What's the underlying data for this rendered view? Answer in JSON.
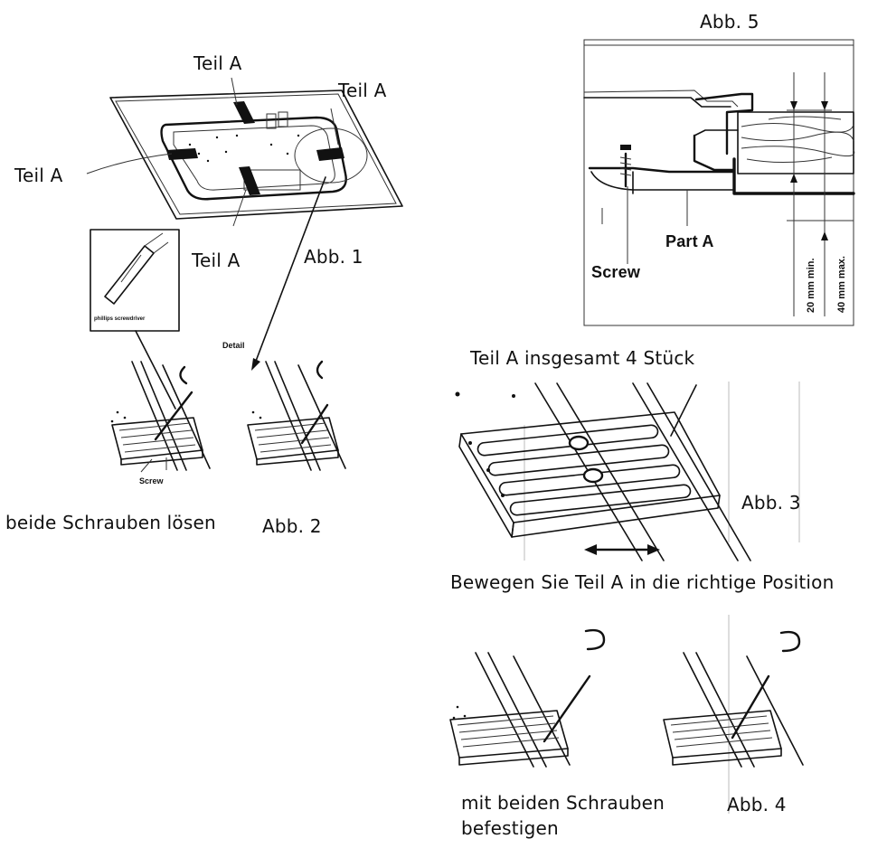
{
  "labels": {
    "teil_a": "Teil A",
    "abb1": "Abb. 1",
    "abb2": "Abb. 2",
    "abb3": "Abb. 3",
    "abb4": "Abb. 4",
    "abb5": "Abb. 5",
    "beide_schrauben": "beide Schrauben lösen",
    "teil_a_insgesamt": "Teil A insgesamt 4 Stück",
    "bewegen": "Bewegen Sie Teil A in die richtige Position",
    "mit_beiden_1": "mit beiden Schrauben",
    "mit_beiden_2": "befestigen",
    "detail": "Detail",
    "screw_small": "Screw",
    "phillips": "phillips screwdriver",
    "screw": "Screw",
    "part_a": "Part A",
    "min": "20 mm min.",
    "max": "40 mm max."
  }
}
